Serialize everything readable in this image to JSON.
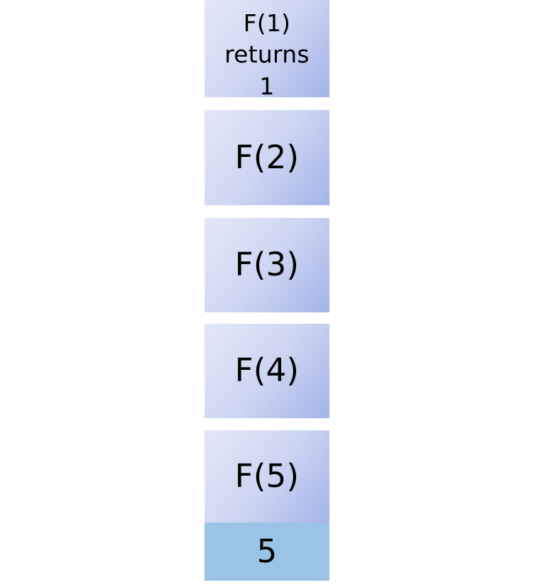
{
  "diagram": {
    "type": "recursion-call-stack",
    "background_color": "#ffffff",
    "frame_gradient_from": "#e2e6f8",
    "frame_gradient_to": "#a4b3e9",
    "result_fill_color": "#9ac3e6",
    "text_color": "#000000",
    "frames": [
      {
        "id": "f1",
        "label": "F(1)\nreturns\n1",
        "call": "F(1)",
        "returns": "1",
        "style": "gradient",
        "order": 1
      },
      {
        "id": "f2",
        "label": "F(2)",
        "call": "F(2)",
        "style": "gradient",
        "order": 2
      },
      {
        "id": "f3",
        "label": "F(3)",
        "call": "F(3)",
        "style": "gradient",
        "order": 3
      },
      {
        "id": "f4",
        "label": "F(4)",
        "call": "F(4)",
        "style": "gradient",
        "order": 4
      },
      {
        "id": "f5",
        "label": "F(5)",
        "call": "F(5)",
        "style": "gradient",
        "order": 5
      },
      {
        "id": "result",
        "label": "5",
        "value": "5",
        "style": "flat",
        "order": 6
      }
    ]
  }
}
